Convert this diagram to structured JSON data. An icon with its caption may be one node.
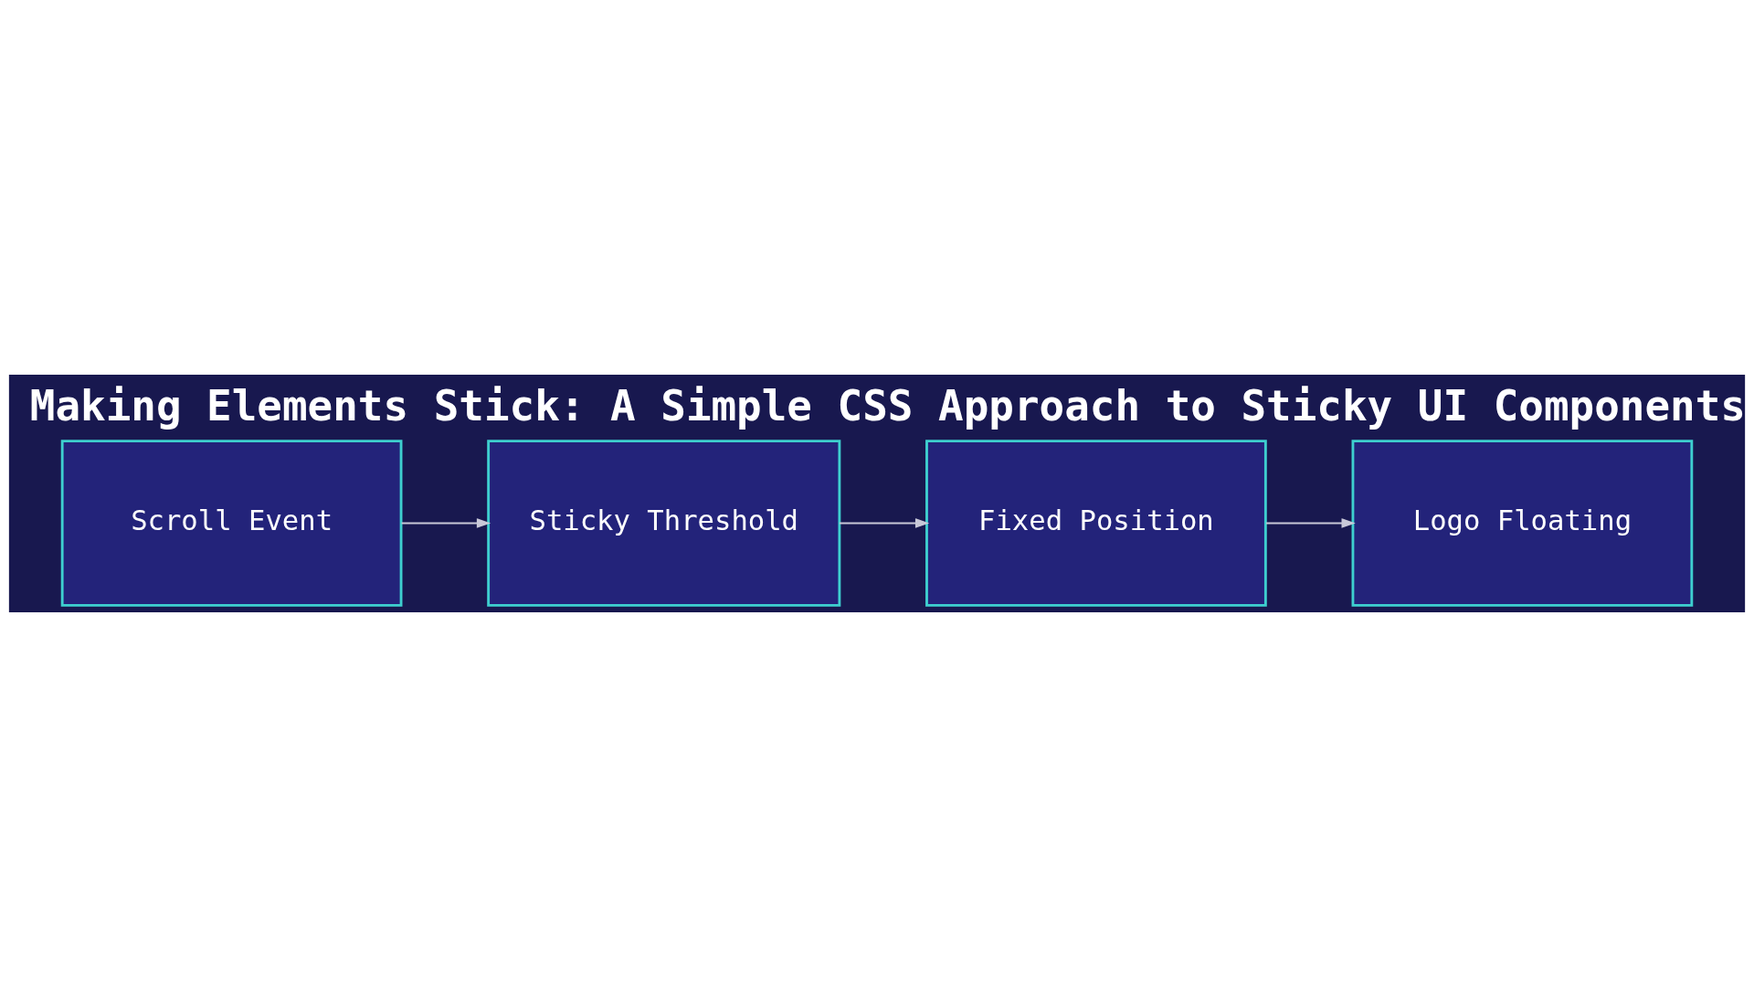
{
  "diagram": {
    "title": "Making Elements Stick: A Simple CSS Approach to Sticky UI Components",
    "nodes": [
      {
        "text": [
          "Scroll Event"
        ]
      },
      {
        "text": [
          "Sticky Threshold"
        ]
      },
      {
        "text": [
          "Fixed Position"
        ]
      },
      {
        "text": [
          "Logo Floating"
        ]
      }
    ],
    "edges": [
      {
        "from": 0,
        "to": 1,
        "arrow": "to"
      },
      {
        "from": 1,
        "to": 2,
        "arrow": "to"
      },
      {
        "from": 2,
        "to": 3,
        "arrow": "to"
      }
    ]
  }
}
